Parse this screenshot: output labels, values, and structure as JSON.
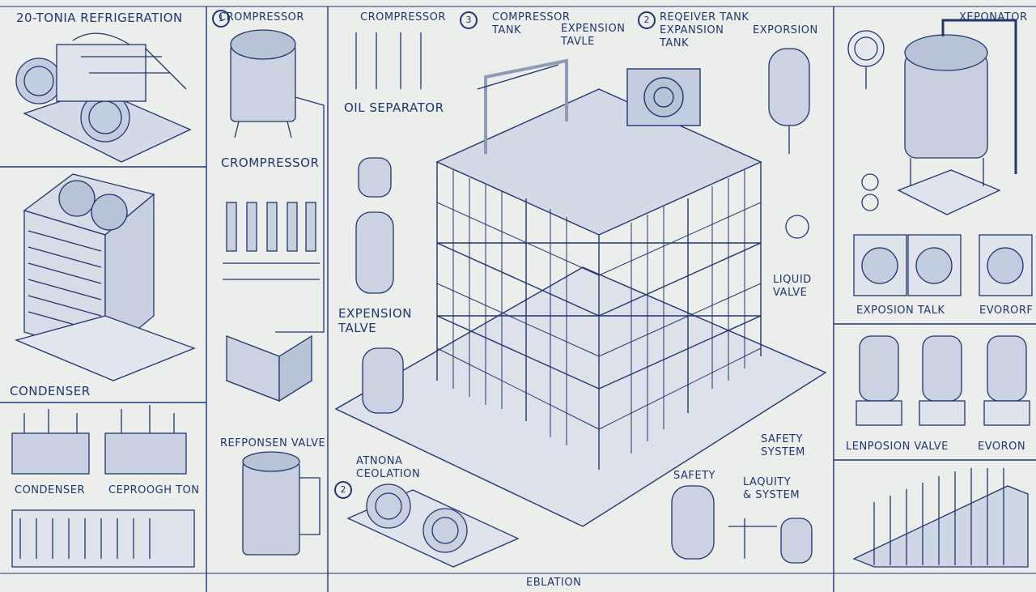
{
  "title": "20-TONIA REFRIGERATION",
  "labels": {
    "crompressor_top": "CROMPRESSOR",
    "crompressor_mid": "CROMPRESSOR",
    "crompressor_small": "CROMPRESSOR",
    "compressor_tank": "COMPRESSOR\nTANK",
    "expension_tavle": "EXPENSION\nTAVLE",
    "receiver_tank": "REQEIVER TANK\nEXPANSION\nTANK",
    "exporsion": "EXPORSION",
    "xeponator": "XEPONATOR",
    "oil_separator": "OIL SEPARATOR",
    "condenser_left": "CONDENSER",
    "condenser_bottom": "CONDENSER",
    "ceproogh_ton": "CEPROOGH TON",
    "expension_talve": "EXPENSION\nTALVE",
    "liquid_valve": "LIQUID\nVALVE",
    "exposion_talk": "EXPOSION TALK",
    "evororf": "EVORORF",
    "reponsen_valve": "REFPONSEN VALVE",
    "atnona_ceolation": "ATNONA\nCEOLATION",
    "safety_system": "SAFETY\nSYSTEM",
    "safety": "SAFETY",
    "liquity_system": "LAQUITY\n& SYSTEM",
    "lenposion_valve": "LENPOSION VALVE",
    "evoron": "EVORON",
    "eblation": "EBLATION"
  },
  "callouts": [
    "1",
    "2",
    "3",
    "2"
  ],
  "colors": {
    "paper": "#eceeec",
    "ink": "#1f3670",
    "steel": "#b9c3d6"
  }
}
